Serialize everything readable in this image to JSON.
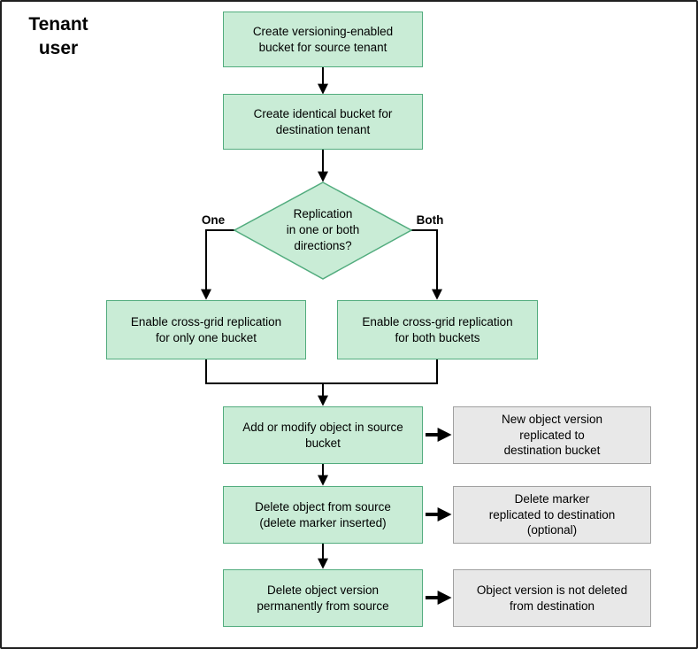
{
  "title": "Tenant user",
  "colors": {
    "green_fill": "#c9ecd6",
    "green_border": "#52ac7e",
    "gray_fill": "#e8e8e8",
    "gray_border": "#a0a0a0",
    "line_color": "#000000"
  },
  "nodes": {
    "create_source_bucket": "Create versioning-enabled\nbucket for source tenant",
    "create_destination_bucket": "Create identical bucket for\ndestination tenant",
    "decision": "Replication\nin one or both\ndirections?",
    "branch_one_label": "One",
    "branch_both_label": "Both",
    "enable_one_bucket": "Enable cross-grid replication\nfor only one bucket",
    "enable_both_buckets": "Enable cross-grid replication\nfor both buckets",
    "add_modify_object": "Add or modify object in source\nbucket",
    "delete_object": "Delete object from source\n(delete marker inserted)",
    "delete_version": "Delete object version\npermanently from source"
  },
  "outcomes": {
    "new_version_replicated": "New object version\nreplicated to\ndestination bucket",
    "delete_marker_replicated": "Delete marker\nreplicated to destination\n(optional)",
    "version_not_deleted": "Object version is not deleted\nfrom destination"
  }
}
